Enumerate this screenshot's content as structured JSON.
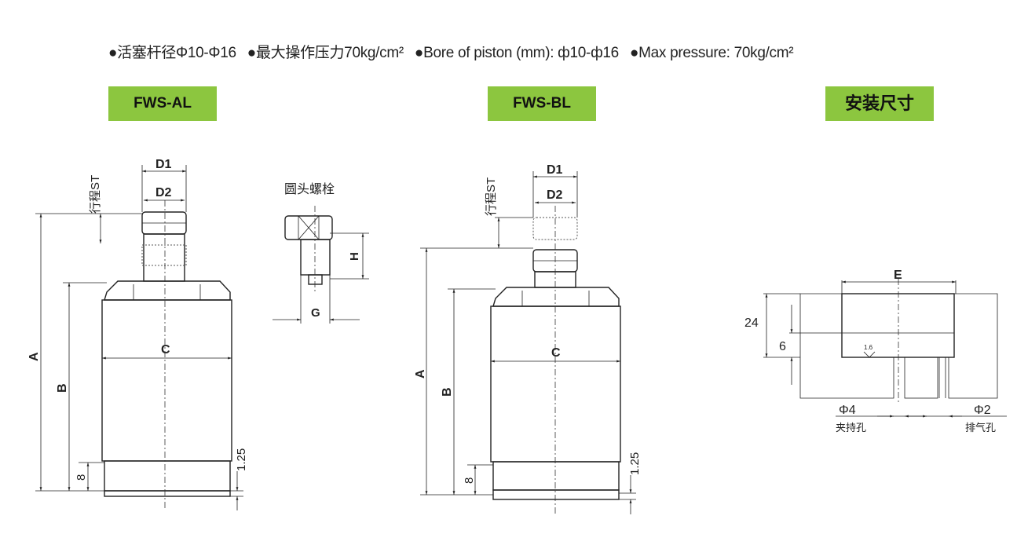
{
  "specs": [
    "●活塞杆径Φ10-Φ16",
    "●最大操作压力70kg/cm²",
    "●Bore of piston (mm): ф10-ф16",
    "●Max pressure: 70kg/cm²"
  ],
  "badges": {
    "al": "FWS-AL",
    "bl": "FWS-BL",
    "install": "安装尺寸"
  },
  "labels": {
    "stroke": "行程ST",
    "d1": "D1",
    "d2": "D2",
    "a": "A",
    "b": "B",
    "c": "C",
    "eight": "8",
    "gap": "1.25",
    "bolt": "圆头螺栓",
    "h": "H",
    "g": "G",
    "e": "E",
    "h24": "24",
    "h6": "6",
    "rough": "1.6",
    "phi4": "Φ4",
    "phi2": "Φ2",
    "clamp": "夹持孔",
    "vent": "排气孔"
  },
  "colors": {
    "badge": "#8cc63f"
  }
}
